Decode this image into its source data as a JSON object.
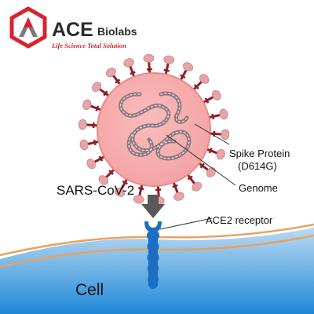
{
  "logo": {
    "brand": "ACE",
    "brand_suffix": "Biolabs",
    "tagline": "Life Science Total Solution"
  },
  "labels": {
    "spike_line1": "Spike Protein",
    "spike_line2": "(D614G)",
    "genome": "Genome",
    "virus_name": "SARS-CoV-2",
    "receptor": "ACE2 receptor",
    "cell": "Cell"
  },
  "colors": {
    "brand_red": "#d9232f",
    "virus_fill": "#f4a2a2",
    "virus_stroke": "#e78b8b",
    "spike_stalk": "#8c1f2a",
    "spike_head": "#e6a3a8",
    "genome_strand": "#8a7880",
    "arrow": "#595959",
    "receptor": "#1a6fc2",
    "cell_top": "#bcdaf2",
    "cell_bottom": "#1e88d7",
    "membrane_line": "#e8a264"
  },
  "icons": {
    "logo": "hexagon-a-logo-icon",
    "arrow": "down-arrow-icon"
  }
}
